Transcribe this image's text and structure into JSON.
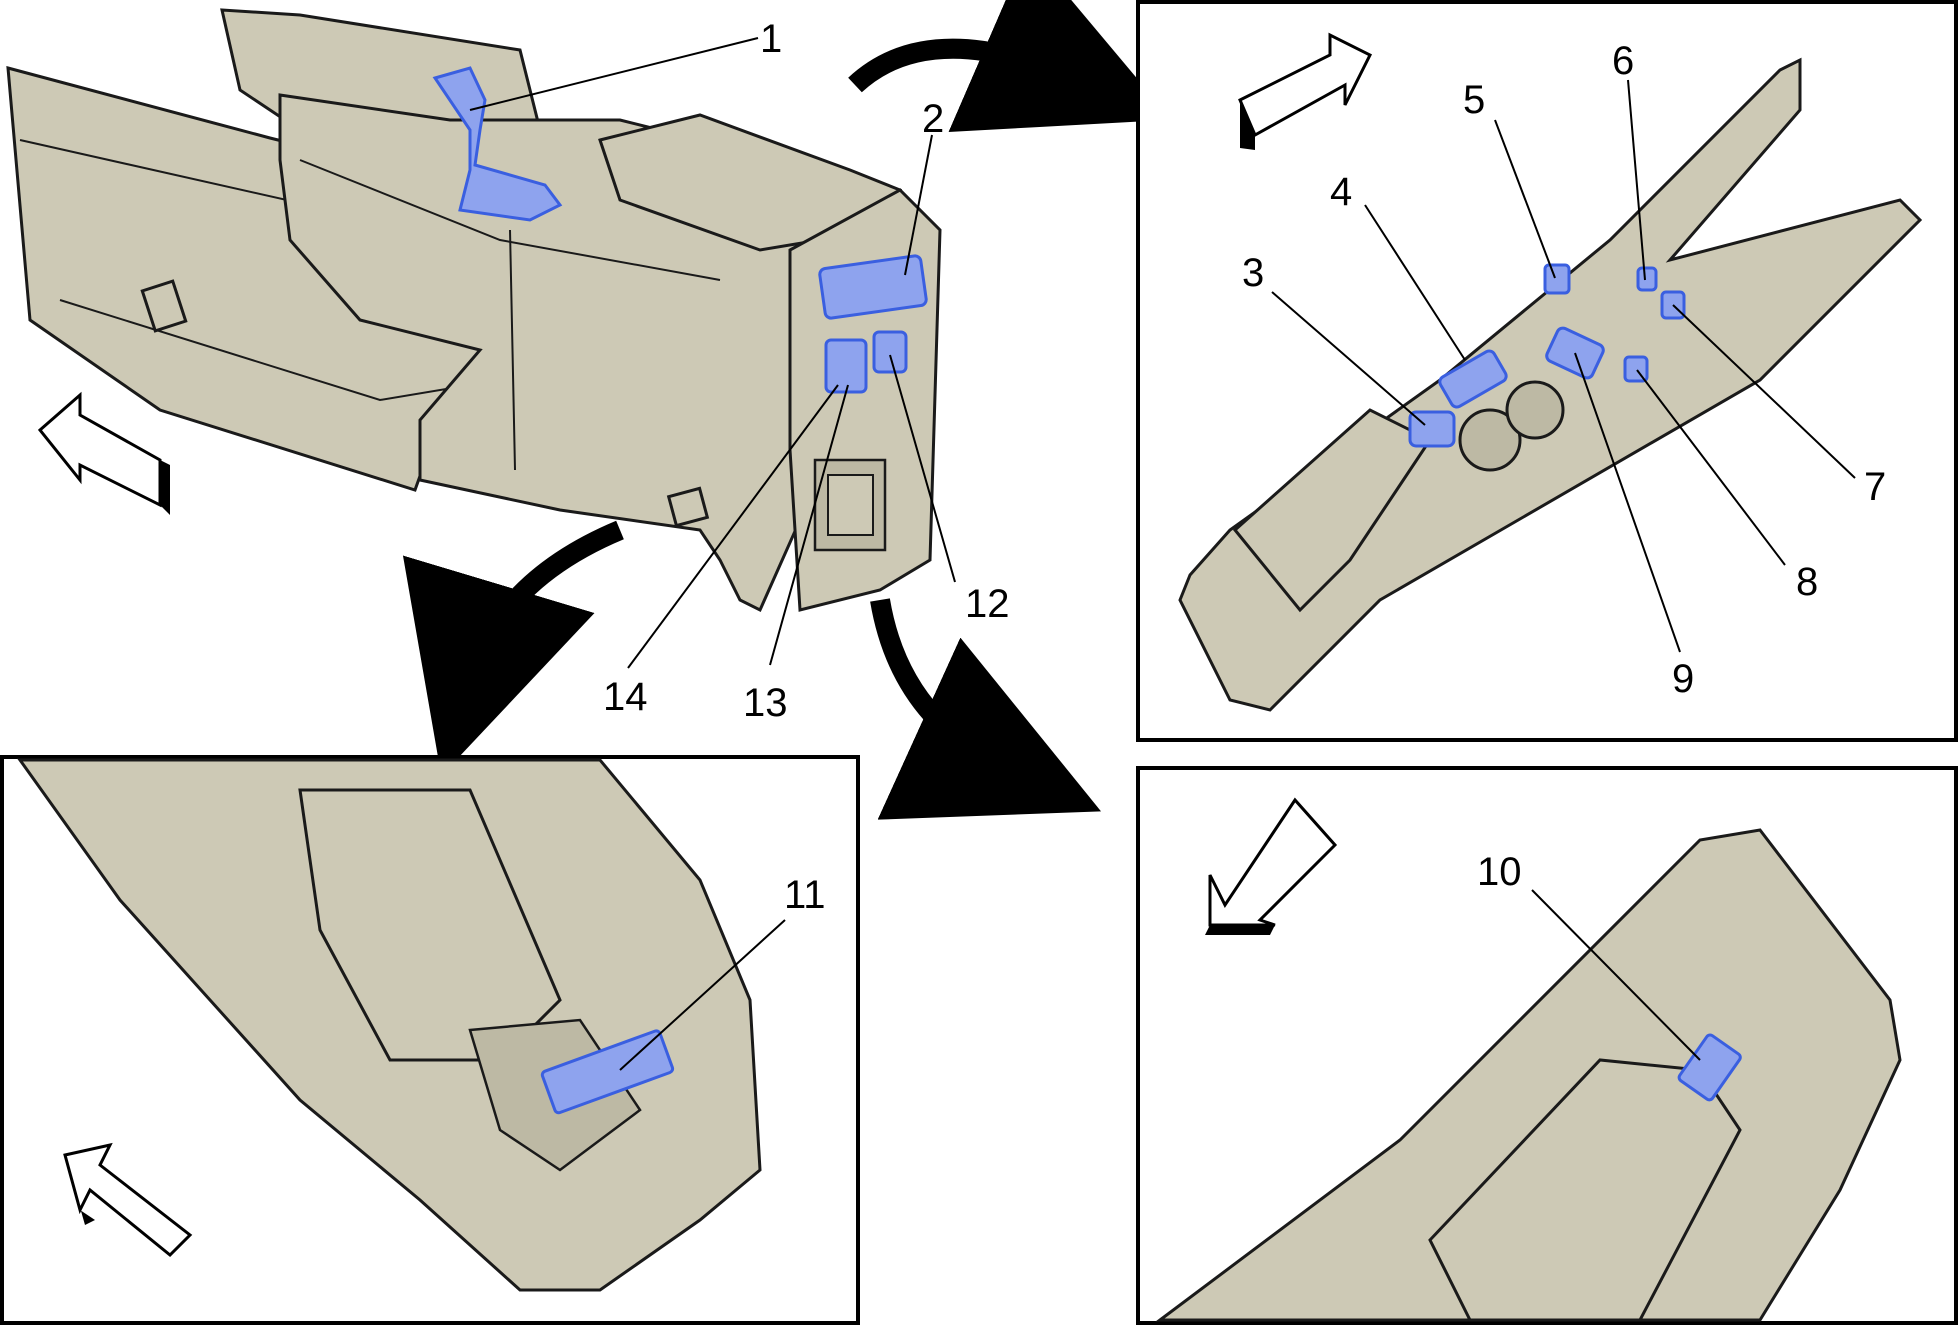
{
  "colors": {
    "part_fill": "#cdc9b5",
    "part_stroke": "#1a1a1a",
    "highlight_fill": "#8ea3ee",
    "highlight_stroke": "#3a5fe0",
    "frame": "#000000",
    "background": "#ffffff"
  },
  "callouts": {
    "c1": "1",
    "c2": "2",
    "c3": "3",
    "c4": "4",
    "c5": "5",
    "c6": "6",
    "c7": "7",
    "c8": "8",
    "c9": "9",
    "c10": "10",
    "c11": "11",
    "c12": "12",
    "c13": "13",
    "c14": "14"
  },
  "icons": {
    "direction_arrow": "hollow-3d-direction-arrow-icon",
    "view_transition_arrow": "curved-black-arrow-icon"
  }
}
